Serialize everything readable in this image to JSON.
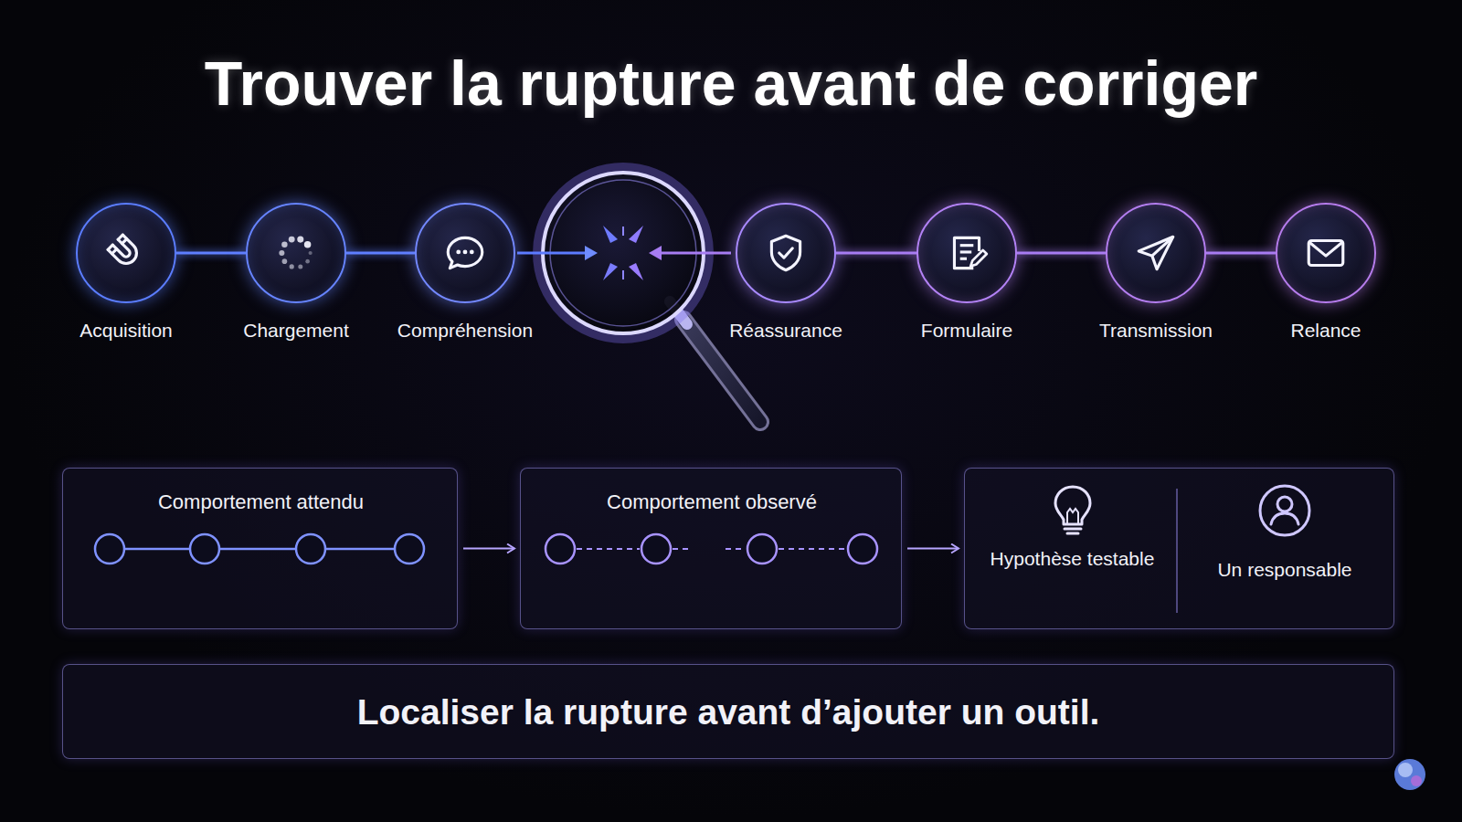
{
  "diagram": {
    "title": "Trouver la rupture avant de corriger",
    "nodes": [
      {
        "text": [
          "Acquisition"
        ]
      },
      {
        "text": [
          "Chargement"
        ]
      },
      {
        "text": [
          "Compréhension"
        ]
      },
      {
        "text": [
          "Réassurance"
        ]
      },
      {
        "text": [
          "Formulaire"
        ]
      },
      {
        "text": [
          "Transmission"
        ]
      },
      {
        "text": [
          "Relance"
        ]
      },
      {
        "text": [
          "Comportement attendu"
        ]
      },
      {
        "text": [
          "Comportement observé"
        ]
      },
      {
        "text": []
      },
      {
        "text": [
          "Hypothèse testable"
        ],
        "in": 9
      },
      {
        "text": [
          "Un responsable"
        ],
        "in": 9
      },
      {
        "text": [
          "Localiser la rupture avant d’ajouter un outil."
        ]
      }
    ],
    "edges": [
      {
        "from": 0,
        "to": 1,
        "arrow": "none"
      },
      {
        "from": 1,
        "to": 2,
        "arrow": "none"
      },
      {
        "from": 3,
        "to": 4,
        "arrow": "none"
      },
      {
        "from": 4,
        "to": 5,
        "arrow": "none"
      },
      {
        "from": 5,
        "to": 6,
        "arrow": "none"
      },
      {
        "from": 7,
        "to": 8,
        "arrow": "to"
      },
      {
        "from": 8,
        "to": 9,
        "arrow": "to"
      }
    ]
  }
}
